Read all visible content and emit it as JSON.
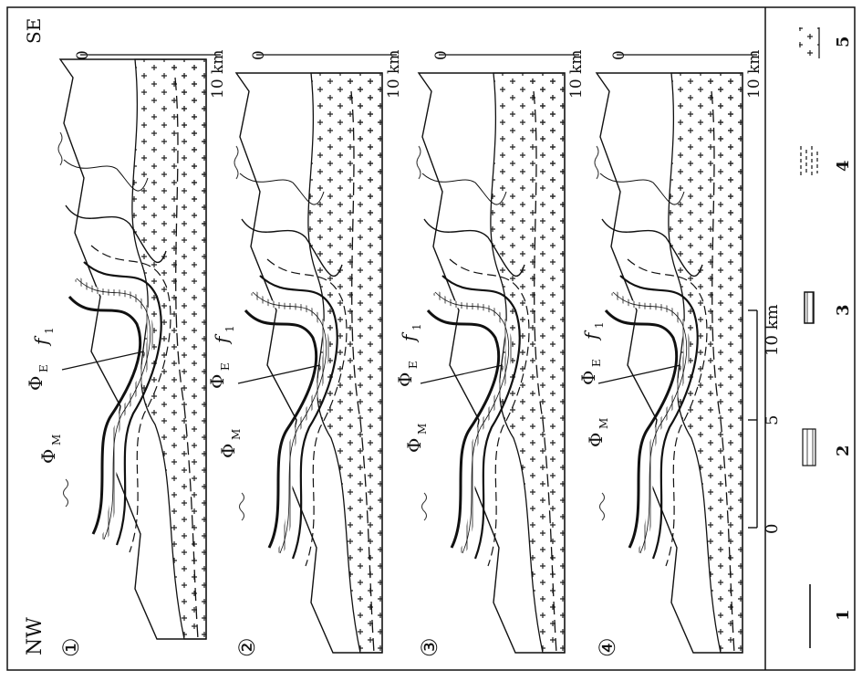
{
  "orientation_labels": {
    "nw": "NW",
    "se": "SE"
  },
  "panels": [
    {
      "number": "①",
      "phi_m": "Φ",
      "phi_m_sub": "M",
      "phi_e": "Φ",
      "phi_e_sub": "E",
      "fault": "f",
      "fault_sub": "1",
      "depth_zero": "0",
      "depth_ten": "10 km"
    },
    {
      "number": "②",
      "phi_m": "Φ",
      "phi_m_sub": "M",
      "phi_e": "Φ",
      "phi_e_sub": "E",
      "fault": "f",
      "fault_sub": "1",
      "depth_zero": "0",
      "depth_ten": "10 km"
    },
    {
      "number": "③",
      "phi_m": "Φ",
      "phi_m_sub": "M",
      "phi_e": "Φ",
      "phi_e_sub": "E",
      "fault": "f",
      "fault_sub": "1",
      "depth_zero": "0",
      "depth_ten": "10 km"
    },
    {
      "number": "④",
      "phi_m": "Φ",
      "phi_m_sub": "M",
      "phi_e": "Φ",
      "phi_e_sub": "E",
      "fault": "f",
      "fault_sub": "1",
      "depth_zero": "0",
      "depth_ten": "10 km"
    }
  ],
  "horizontal_scale": {
    "zero": "0",
    "five": "5",
    "ten": "10 km"
  },
  "legend": [
    {
      "number": "1",
      "symbol": "solid-line"
    },
    {
      "number": "2",
      "symbol": "ladder-band"
    },
    {
      "number": "3",
      "symbol": "hatched-band"
    },
    {
      "number": "4",
      "symbol": "dashed-layers"
    },
    {
      "number": "5",
      "symbol": "crosses-dots"
    }
  ]
}
